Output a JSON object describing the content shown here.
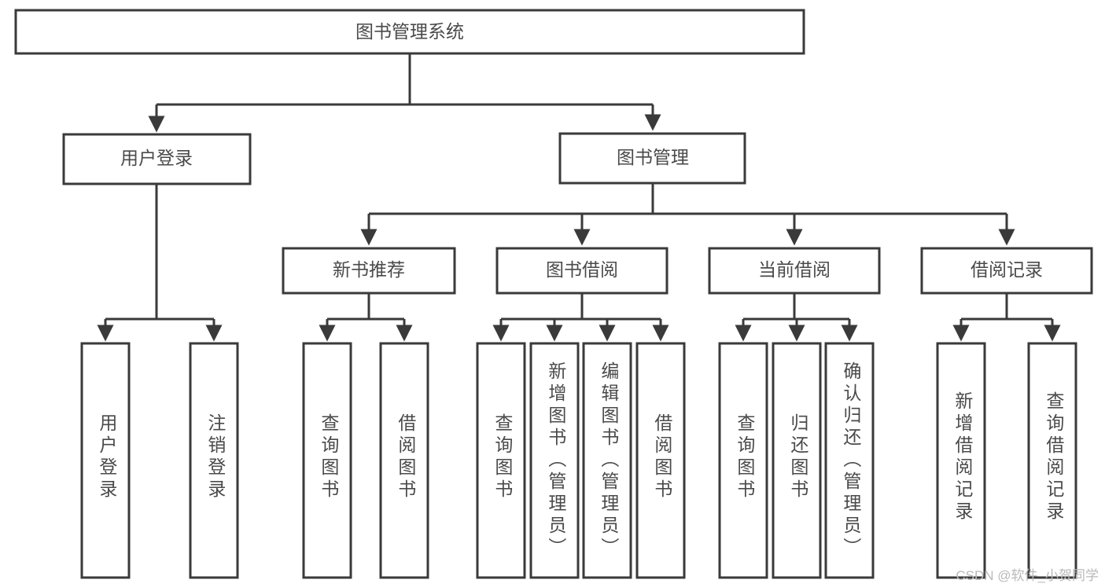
{
  "diagram": {
    "title": "图书管理系统",
    "type": "function-tree",
    "root": {
      "id": "root",
      "label": "图书管理系统",
      "level": 0
    },
    "level1": [
      {
        "id": "user-login",
        "label": "用户登录"
      },
      {
        "id": "book-manage",
        "label": "图书管理"
      }
    ],
    "level2": [
      {
        "id": "new-book-recommend",
        "label": "新书推荐",
        "parent": "book-manage"
      },
      {
        "id": "book-borrow",
        "label": "图书借阅",
        "parent": "book-manage"
      },
      {
        "id": "current-borrow",
        "label": "当前借阅",
        "parent": "book-manage"
      },
      {
        "id": "borrow-record",
        "label": "借阅记录",
        "parent": "book-manage"
      }
    ],
    "leaves": {
      "user-login": [
        {
          "id": "leaf-user-login",
          "label": "用户登录"
        },
        {
          "id": "leaf-user-logout",
          "label": "注销登录"
        }
      ],
      "new-book-recommend": [
        {
          "id": "leaf-query-book-1",
          "label": "查询图书"
        },
        {
          "id": "leaf-borrow-book-1",
          "label": "借阅图书"
        }
      ],
      "book-borrow": [
        {
          "id": "leaf-query-book-2",
          "label": "查询图书"
        },
        {
          "id": "leaf-add-book",
          "label": "新增图书（管理员）"
        },
        {
          "id": "leaf-edit-book",
          "label": "编辑图书（管理员）"
        },
        {
          "id": "leaf-borrow-book-2",
          "label": "借阅图书"
        }
      ],
      "current-borrow": [
        {
          "id": "leaf-query-book-3",
          "label": "查询图书"
        },
        {
          "id": "leaf-return-book",
          "label": "归还图书"
        },
        {
          "id": "leaf-confirm-return",
          "label": "确认归还（管理员）"
        }
      ],
      "borrow-record": [
        {
          "id": "leaf-add-record",
          "label": "新增借阅记录"
        },
        {
          "id": "leaf-query-record",
          "label": "查询借阅记录"
        }
      ]
    }
  },
  "watermark": {
    "text": "CSDN @软件_小贺同学"
  },
  "colors": {
    "background": "#ffffff",
    "box_fill": "#ffffff",
    "box_stroke": "#3a3a3a",
    "text": "#4a4a4a",
    "watermark": "#b9b9b9"
  }
}
